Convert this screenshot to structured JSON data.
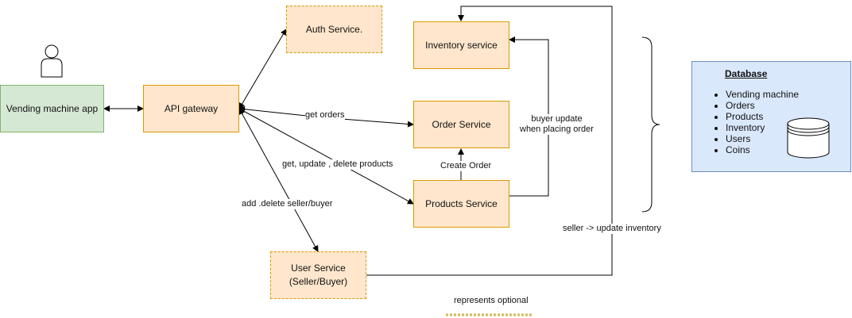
{
  "nodes": {
    "vending_app": "Vending machine app",
    "api_gateway": "API gateway",
    "auth_service": "Auth Service.",
    "inventory_service": "Inventory service",
    "order_service": "Order Service",
    "products_service": "Products Service",
    "user_service_line1": "User Service",
    "user_service_line2": "(Seller/Buyer)"
  },
  "database": {
    "title": "Database",
    "items": [
      "Vending machine",
      "Orders",
      "Products",
      "Inventory",
      "Users",
      "Coins"
    ]
  },
  "edges": {
    "get_orders": "get orders",
    "get_update_delete_products": "get, update , delete products",
    "add_delete_seller_buyer": "add .delete seller/buyer",
    "create_order": "Create Order",
    "buyer_update_line1": "buyer update",
    "buyer_update_line2": "when placing order",
    "seller_update_inventory": "seller -> update inventory"
  },
  "legend": {
    "optional_label": "represents optional"
  },
  "colors": {
    "service_fill": "#ffe6cc",
    "service_stroke": "#d79b00",
    "app_fill": "#d5e8d4",
    "app_stroke": "#82b366",
    "db_fill": "#dae8fc",
    "db_stroke": "#6c8ebf",
    "legend_dots": "#d6b656"
  },
  "icons": {
    "person": "person-icon",
    "database": "database-cylinder-icon",
    "brace": "right-curly-brace"
  }
}
